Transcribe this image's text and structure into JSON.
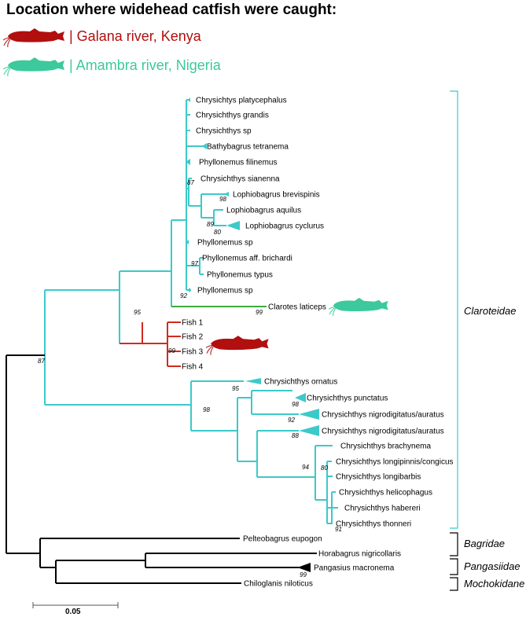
{
  "title": "Location where widehead catfish were caught:",
  "colors": {
    "galana": "#B20F0F",
    "amambra": "#3CC99B",
    "claroteidae_branch": "#3CC9C9",
    "clarotes_branch": "#3DAA3D",
    "fish_branch": "#D22A1E",
    "outgroup_branch": "#000000",
    "bracket": "#3CC9C9"
  },
  "legend": [
    {
      "label": "| Galana river, Kenya",
      "color": "#B20F0F",
      "icon": "catfish-silhouette-red"
    },
    {
      "label": "| Amambra river, Nigeria",
      "color": "#3CC99B",
      "icon": "catfish-silhouette-green"
    }
  ],
  "taxa": [
    "Chrysichtys platycephalus",
    "Chrysichthys grandis",
    "Chrysichthys sp",
    "Bathybagrus tetranema",
    "Phyllonemus filinemus",
    "Chrysichthys sianenna",
    "Lophiobagrus brevispinis",
    "Lophiobagrus aquilus",
    "Lophiobagrus cyclurus",
    "Phyllonemus sp",
    "Phyllonemus aff. brichardi",
    "Phyllonemus typus",
    "Phyllonemus sp",
    "Clarotes laticeps",
    "Fish 1",
    "Fish 2",
    "Fish 3",
    "Fish 4",
    "Chrysichthys ornatus",
    "Chrysichthys punctatus",
    "Chrysichthys nigrodigitatus/auratus",
    "Chrysichthys nigrodigitatus/auratus",
    "Chrysichthys brachynema",
    "Chrysichthys longipinnis/congicus",
    "Chrysichthys longibarbis",
    "Chrysichthys  helicophagus",
    "Chrysichthys  habereri",
    "Chrysichthys thonneri",
    "Pelteobagrus eupogon",
    "Horabagrus nigricollaris",
    "Pangasius macronema",
    "Chiloglanis niloticus"
  ],
  "bootstrap": [
    "87",
    "98",
    "89",
    "80",
    "97",
    "92",
    "99",
    "95",
    "99",
    "87",
    "95",
    "98",
    "92",
    "88",
    "80",
    "94",
    "91",
    "98",
    "99"
  ],
  "families": [
    "Claroteidae",
    "Bagridae",
    "Pangasiidae",
    "Mochokidane"
  ],
  "scale_bar": {
    "label": "0.05"
  }
}
